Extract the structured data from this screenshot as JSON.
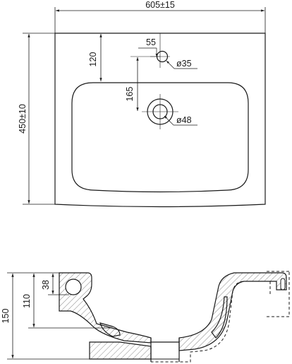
{
  "top_view": {
    "width_label": "605±15",
    "depth_label": "450±10",
    "tap_hole_from_back_label": "120",
    "tap_hole_offset_label": "55",
    "tap_hole_diameter_label": "ø35",
    "drain_from_tap_label": "165",
    "drain_diameter_label": "ø48"
  },
  "side_section": {
    "total_height_label": "150",
    "bowl_depth_label": "110",
    "tap_hole_height_label": "38"
  },
  "colors": {
    "line": "#1a1a1a",
    "hatch": "#7a7a7a",
    "background": "#ffffff"
  }
}
